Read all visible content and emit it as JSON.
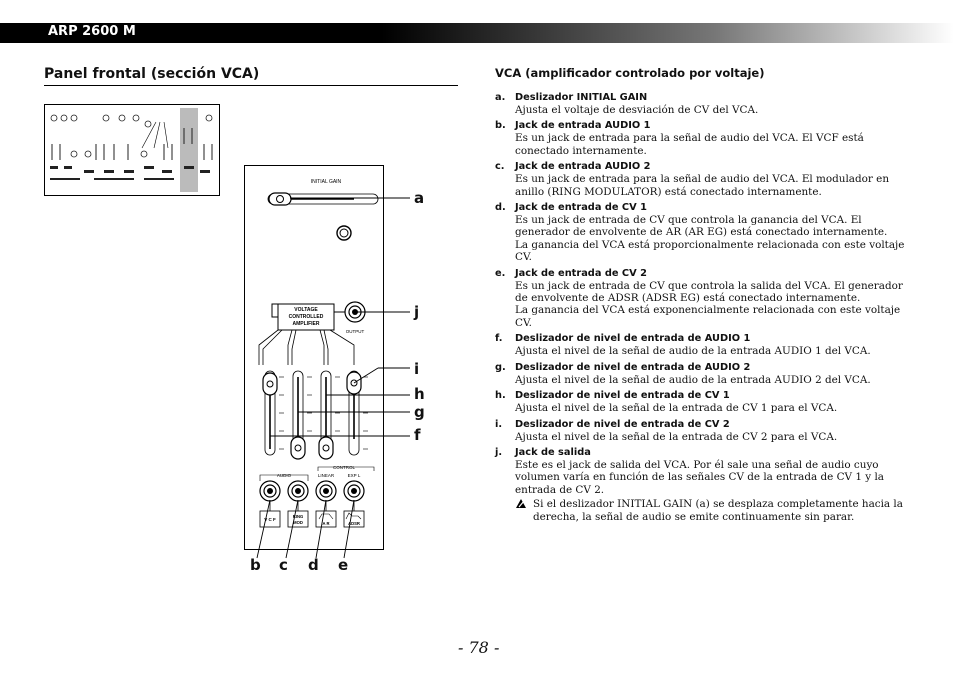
{
  "header": {
    "title": "ARP 2600 M"
  },
  "left": {
    "section_title": "Panel frontal (sección VCA)"
  },
  "figure": {
    "panel_labels": {
      "initial_gain": "INITIAL GAIN",
      "vca_line1": "VOLTAGE",
      "vca_line2": "CONTROLLED",
      "vca_line3": "AMPLIFIER",
      "output": "OUTPUT",
      "audio": "AUDIO",
      "control": "CONTROL",
      "linear": "LINEAR",
      "expl": "EXP L",
      "jack_vcf": "V C F",
      "jack_ring1": "RING",
      "jack_ring2": "MOD",
      "jack_ar": "A R",
      "jack_adsr": "ADSR"
    },
    "callouts": {
      "a": "a",
      "j": "j",
      "i": "i",
      "h": "h",
      "g": "g",
      "f": "f",
      "b": "b",
      "c": "c",
      "d": "d",
      "e": "e"
    }
  },
  "right": {
    "title": "VCA (amplificador controlado por voltaje)",
    "items": [
      {
        "letter": "a.",
        "head": "Deslizador INITIAL GAIN",
        "body": "Ajusta el voltaje de desviación de CV del VCA."
      },
      {
        "letter": "b.",
        "head": "Jack de entrada AUDIO 1",
        "body": "Es un jack de entrada para la señal de audio del VCA. El VCF está conectado internamente."
      },
      {
        "letter": "c.",
        "head": "Jack de entrada AUDIO 2",
        "body": "Es un jack de entrada para la señal de audio del VCA. El modulador en anillo (RING MODULATOR) está conectado internamente."
      },
      {
        "letter": "d.",
        "head": "Jack de entrada de CV 1",
        "body": "Es un jack de entrada de CV que controla la ganancia del VCA. El generador de envolvente de AR (AR EG) está conectado internamente.",
        "body2": "La ganancia del VCA está proporcionalmente relacionada con este voltaje CV."
      },
      {
        "letter": "e.",
        "head": "Jack de entrada de CV 2",
        "body": "Es un jack de entrada de CV que controla la salida del VCA. El generador de envolvente de ADSR (ADSR EG) está conectado internamente.",
        "body2": "La ganancia del VCA está exponencialmente relacionada con este voltaje CV."
      },
      {
        "letter": "f.",
        "head": "Deslizador de nivel de entrada de AUDIO 1",
        "body": "Ajusta el nivel de la señal de audio de la entrada AUDIO 1 del VCA."
      },
      {
        "letter": "g.",
        "head": "Deslizador de nivel de entrada de AUDIO 2",
        "body": "Ajusta el nivel de la señal de audio de la entrada AUDIO 2 del VCA."
      },
      {
        "letter": "h.",
        "head": "Deslizador de nivel de entrada de CV 1",
        "body": "Ajusta el nivel de la señal de la entrada de CV 1 para el VCA."
      },
      {
        "letter": "i.",
        "head": "Deslizador de nivel de entrada de CV 2",
        "body": "Ajusta el nivel de la señal de la entrada de CV 2 para el VCA."
      },
      {
        "letter": "j.",
        "head": "Jack de salida",
        "body": "Este es el jack de salida del VCA. Por él sale una señal de audio cuyo volumen varía en función de las señales CV de la entrada de CV 1 y la entrada de CV 2.",
        "note": "Si el deslizador INITIAL GAIN (a) se desplaza completamente hacia la derecha, la señal de audio se emite continuamente sin parar."
      }
    ]
  },
  "footer": {
    "page_number": "- 78 -"
  }
}
